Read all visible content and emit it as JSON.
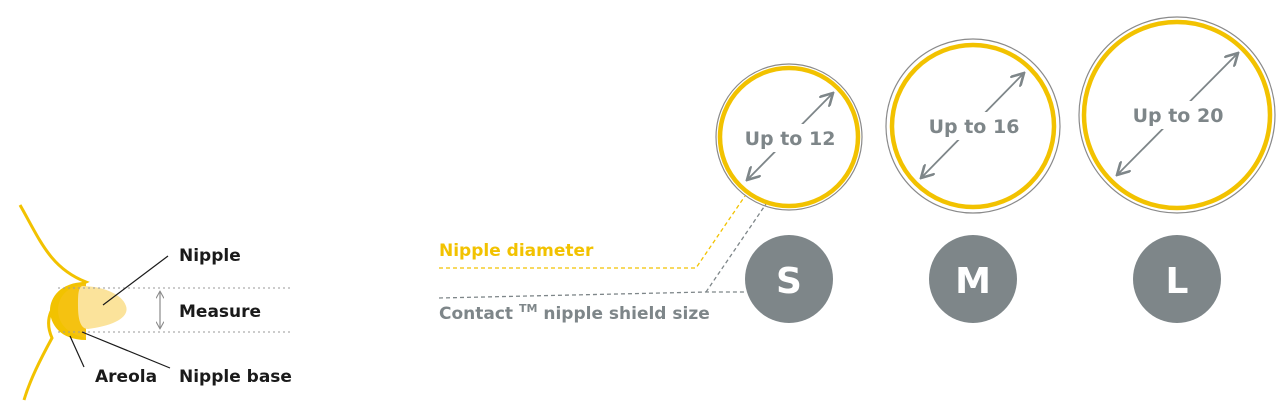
{
  "colors": {
    "yellow": "#F2C200",
    "light_yellow": "#FBE39B",
    "gray": "#7E8689",
    "dark_gray": "#6D767A",
    "text_dark": "#1A1A1A",
    "outer_ring": "#8A8A8A",
    "white": "#FFFFFF"
  },
  "anatomy": {
    "nipple_label": "Nipple",
    "measure_label": "Measure",
    "areola_label": "Areola",
    "nipple_base_label": "Nipple base"
  },
  "legend": {
    "nipple_diameter": "Nipple diameter",
    "shield_size_prefix": "Contact",
    "shield_size_tm": "TM",
    "shield_size_suffix": "nipple shield size"
  },
  "sizes": [
    {
      "letter": "S",
      "diameter_text": "Up to 12"
    },
    {
      "letter": "M",
      "diameter_text": "Up to 16"
    },
    {
      "letter": "L",
      "diameter_text": "Up to 20"
    }
  ]
}
